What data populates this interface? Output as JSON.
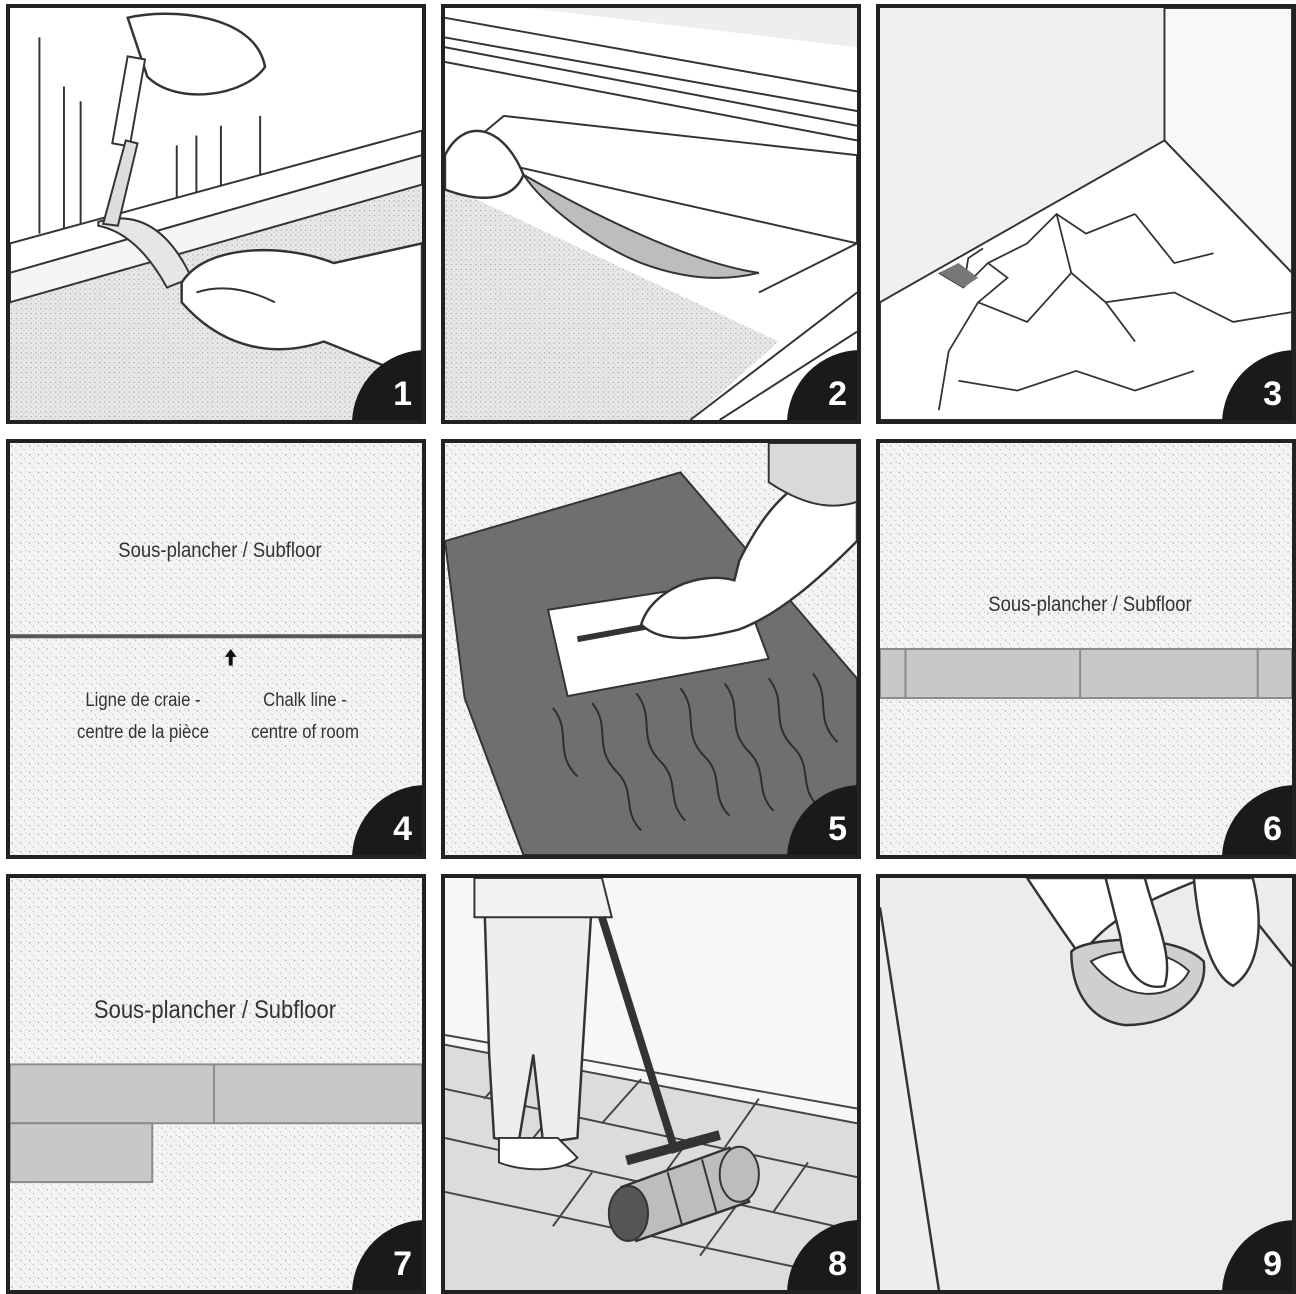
{
  "panels": [
    {
      "number": "1"
    },
    {
      "number": "2"
    },
    {
      "number": "3"
    },
    {
      "number": "4",
      "subfloor_label": "Sous-plancher / Subfloor",
      "chalk_fr_1": "Ligne de craie -",
      "chalk_fr_2": "centre de la pièce",
      "chalk_en_1": "Chalk line -",
      "chalk_en_2": "centre of room"
    },
    {
      "number": "5"
    },
    {
      "number": "6",
      "subfloor_label": "Sous-plancher / Subfloor"
    },
    {
      "number": "7",
      "subfloor_label": "Sous-plancher / Subfloor"
    },
    {
      "number": "8"
    },
    {
      "number": "9"
    }
  ],
  "colors": {
    "border": "#222222",
    "badge": "#1a1a1a",
    "adhesive": "#6f6f6f",
    "plank": "#c8c8c8",
    "speckle": "#f2f2f2"
  }
}
